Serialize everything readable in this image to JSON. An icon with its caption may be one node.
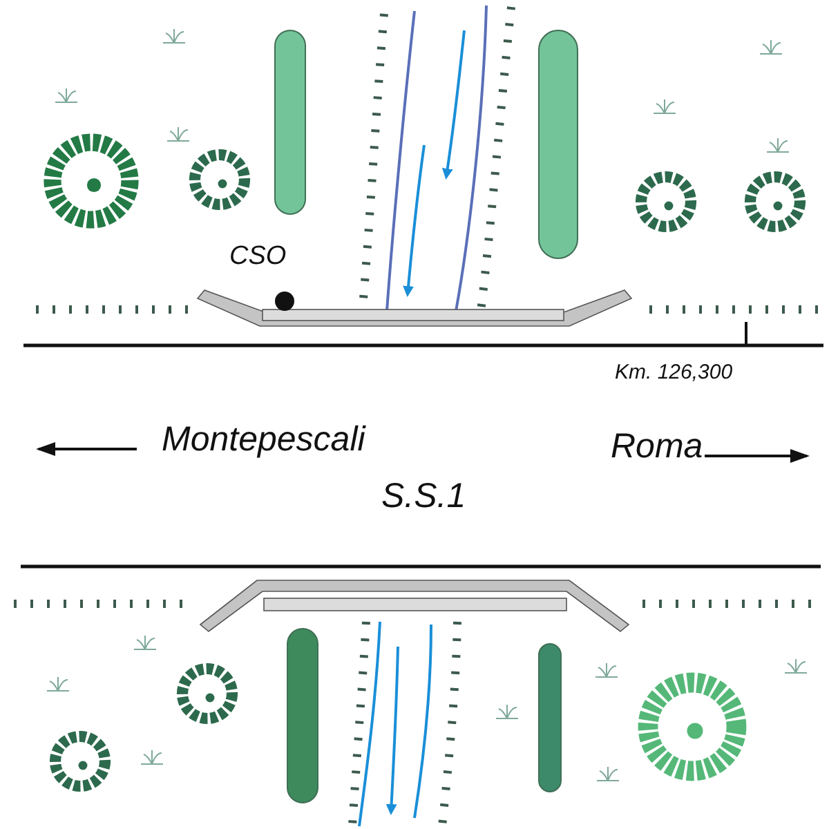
{
  "diagram": {
    "labels": [
      "CSO",
      "Km. 126,300",
      "Montepescali",
      "Roma",
      "S.S.1"
    ]
  }
}
